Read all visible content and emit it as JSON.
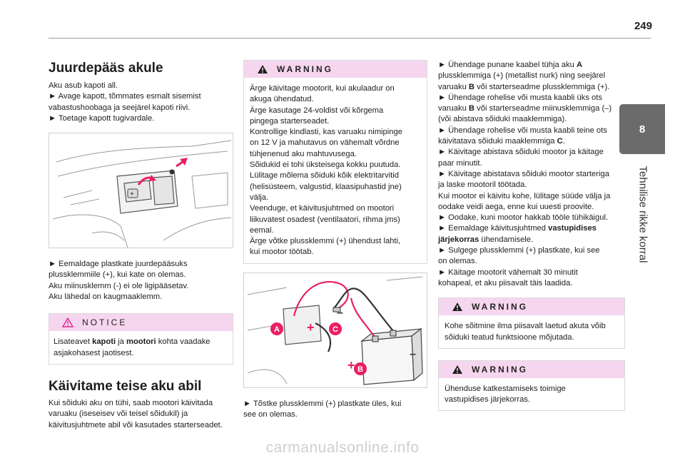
{
  "page": {
    "number": "249",
    "chapter_number": "8",
    "chapter_title": "Tehnilise rikke korral"
  },
  "col1": {
    "title": "Juurdepääs akule",
    "intro_lines": [
      "Aku asub kapoti all.",
      "► Avage kapott, tõmmates esmalt sisemist",
      "vabastushoobaga ja seejärel kapoti riivi.",
      "► Toetage kapott tugivardale."
    ],
    "after_image_lines": [
      "► Eemaldage plastkate juurdepääsuks",
      "plussklemmiile (+), kui kate on olemas.",
      "Aku miinusklemm (-) ei ole ligipääsetav.",
      "Aku lähedal on kaugmaaklemm."
    ],
    "notice": {
      "title": "NOTICE",
      "line1_pre": "Lisateavet ",
      "line1_b1": "kapoti",
      "line1_mid": " ja ",
      "line1_b2": "mootori",
      "line1_post": " kohta vaadake",
      "line2": "asjakohasest jaotisest."
    },
    "title2": "Käivitame teise aku abil",
    "lines2": [
      "Kui sõiduki aku on tühi, saab mootori käivitada",
      "varuaku (iseseisev või teisel sõidukil) ja",
      "käivitusjuhtmete abil või kasutades starterseadet."
    ]
  },
  "col2": {
    "warning": {
      "title": "WARNING",
      "lines": [
        "Ärge käivitage mootorit, kui akulaadur on",
        "akuga ühendatud.",
        "Ärge kasutage 24-voldist või kõrgema",
        "pingega starterseadet.",
        "Kontrollige kindlasti, kas varuaku nimipinge",
        "on 12 V ja mahutavus on vähemalt võrdne",
        "tühjenenud aku mahtuvusega.",
        "Sõidukid ei tohi üksteisega kokku puutuda.",
        "Lülitage mõlema sõiduki kõik elektritarvitid",
        "(helisüsteem, valgustid, klaasipuhastid jne)",
        "välja.",
        "Veenduge, et käivitusjuhtmed on mootori",
        "liikuvatest osadest (ventilaatori, rihma jms)",
        "eemal.",
        "Ärge võtke plussklemmi (+) ühendust lahti,",
        "kui mootor töötab."
      ]
    },
    "diagram_labels": {
      "a": "A",
      "b": "B",
      "c": "C",
      "plus": "+",
      "minus": "–"
    },
    "caption_lines": [
      "► Tõstke plussklemmi (+) plastkate üles, kui",
      "see on olemas."
    ]
  },
  "col3": {
    "l1_pre": "► Ühendage punane kaabel tühja aku ",
    "l1_b": "A",
    "l2": "plussklemmiga (+) (metallist nurk) ning seejärel",
    "l3_pre": "varuaku ",
    "l3_b": "B",
    "l3_post": " või starterseadme plussklemmiga (+).",
    "l4": "► Ühendage rohelise või musta kaabli üks ots",
    "l5_pre": "varuaku ",
    "l5_b": "B",
    "l5_post": " või starterseadme miinusklemmiga (–)",
    "l6": "(või abistava sõiduki maaklemmiga).",
    "l7": "► Ühendage rohelise või musta kaabli teine ots",
    "l8_pre": "käivitatava sõiduki maaklemmiga ",
    "l8_b": "C",
    "l8_post": ".",
    "l9": "► Käivitage abistava sõiduki mootor ja käitage",
    "l10": "paar minutit.",
    "l11": "► Käivitage abistatava sõiduki mootor starteriga",
    "l12": "ja laske mootoril töötada.",
    "l13": "Kui mootor ei käivitu kohe, lülitage süüde välja ja",
    "l14": "oodake veidi aega, enne kui uuesti proovite.",
    "l15": "► Oodake, kuni mootor hakkab tööle tühikäigul.",
    "l16_pre": "► Eemaldage käivitusjuhtmed ",
    "l16_b": "vastupidises",
    "l17_b": "järjekorras",
    "l17_post": " ühendamisele.",
    "l18": "► Sulgege plussklemmi (+) plastkate, kui see",
    "l19": "on olemas.",
    "l20": "► Käitage mootorit vähemalt 30 minutit",
    "l21": "kohapeal, et aku piisavalt täis laadida.",
    "warning1": {
      "title": "WARNING",
      "lines": [
        "Kohe sõitmine ilma piisavalt laetud akuta võib",
        "sõiduki teatud funktsioone mõjutada."
      ]
    },
    "warning2": {
      "title": "WARNING",
      "lines": [
        "Ühenduse katkestamiseks toimige",
        "vastupidises järjekorras."
      ]
    }
  },
  "footer": {
    "watermark": "carmanualsonline.info"
  },
  "colors": {
    "callout_header": "#f6d6ef",
    "warning_triangle": "#e6007e",
    "cable_red": "#e91e63",
    "side_tab": "#6b6b6b"
  }
}
